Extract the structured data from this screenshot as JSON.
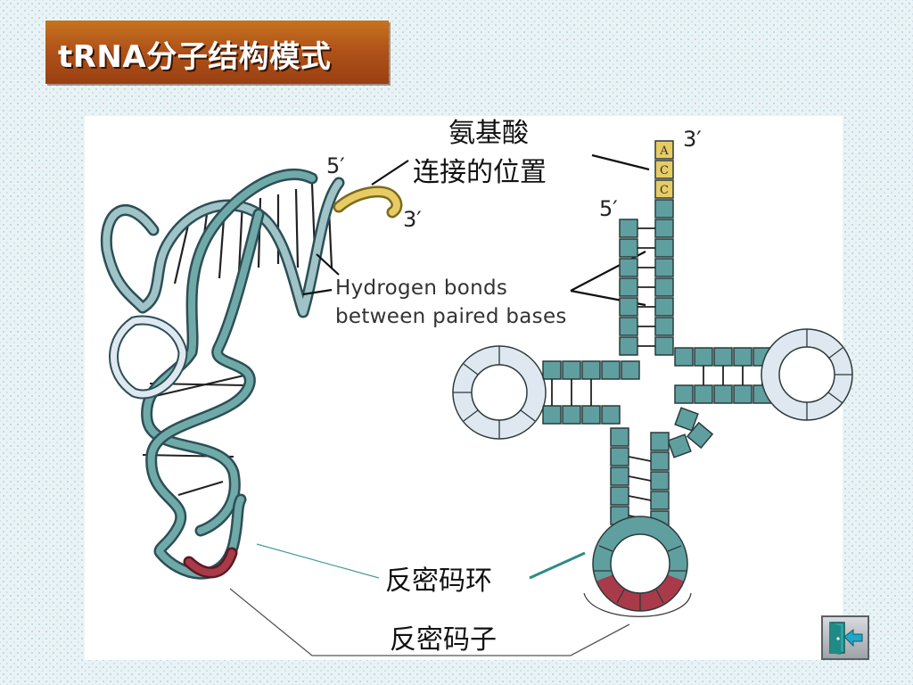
{
  "title": "tRNA分子结构模式",
  "labels": {
    "amino_acid_site_line1": "氨基酸",
    "amino_acid_site_line2": "连接的位置",
    "hydrogen_bonds_line1": "Hydrogen bonds",
    "hydrogen_bonds_line2": "between paired bases",
    "anticodon_loop": "反密码环",
    "anticodon": "反密码子"
  },
  "ends": {
    "left_5": "5′",
    "left_3": "3′",
    "right_5": "5′",
    "right_3": "3′"
  },
  "acc_letters": [
    "A",
    "C",
    "C"
  ],
  "colors": {
    "stem": "#5f9fa0",
    "stem_dark": "#2f5f62",
    "loop_light": "#dfe8f0",
    "acceptor_end": "#e7cc66",
    "anticodon": "#a83a4a",
    "title_bg": "#b05a1a"
  },
  "nav": {
    "exit_icon": "exit-door-icon"
  }
}
